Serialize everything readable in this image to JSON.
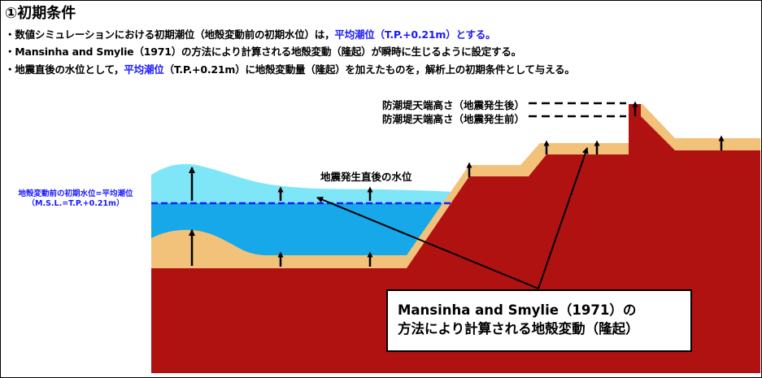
{
  "title": "①初期条件",
  "bullets": [
    {
      "pre": "・数値シミュレーションにおける初期潮位（地殻変動前の初期水位）は，",
      "highlight": "平均潮位",
      "post": "（T.P.+0.21m）とする。"
    },
    {
      "pre": "・Mansinha and Smylie（1971）の方法により計算される地殻変動（隆起）が瞬時に生じるように設定する。",
      "highlight": "",
      "post": ""
    },
    {
      "pre": "・地震直後の水位として，",
      "highlight": "平均潮位",
      "post": "（T.P.+0.21m）に地殻変動量（隆起）を加えたものを，解析上の初期条件として与える。"
    }
  ],
  "diagram": {
    "initial_water_label_line1": "地殻変動前の初期水位=平均潮位",
    "initial_water_label_line2": "（M.S.L.=T.P.+0.21m）",
    "post_quake_water_label": "地震発生直後の水位",
    "seawall_after_label": "防潮堤天端高さ（地震発生後）",
    "seawall_before_label": "防潮堤天端高さ（地震発生前）",
    "callout_line1": "Mansinha and Smylie（1971）の",
    "callout_line2": "方法により計算される地殻変動（隆起）"
  },
  "colors": {
    "ground": "#b01212",
    "uplift_layer": "#f2c27a",
    "water_before": "#16a8e8",
    "water_after": "#7fe6f7",
    "mean_tide_line": "#1a1aff",
    "highlight_text": "#1a1aff"
  }
}
